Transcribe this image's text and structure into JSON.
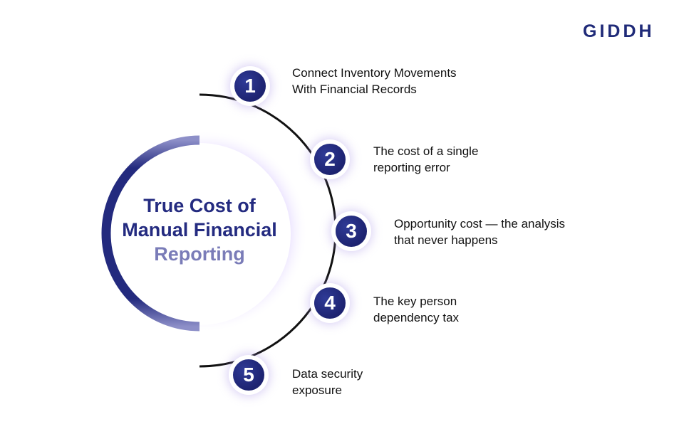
{
  "brand": {
    "logo": "GIDDH"
  },
  "center": {
    "title_line1": "True Cost of",
    "title_line2": "Manual Financial",
    "title_line3": "Reporting"
  },
  "items": [
    {
      "number": "1",
      "line1": "Connect Inventory Movements",
      "line2": "With Financial Records"
    },
    {
      "number": "2",
      "line1": "The cost of a single",
      "line2": "reporting error"
    },
    {
      "number": "3",
      "line1": "Opportunity cost — the analysis",
      "line2": "that never happens"
    },
    {
      "number": "4",
      "line1": "The key person",
      "line2": "dependency tax"
    },
    {
      "number": "5",
      "line1": "Data security",
      "line2": "exposure"
    }
  ],
  "colors": {
    "primary": "#1f2a78",
    "accent_light": "#7a7cb8"
  }
}
